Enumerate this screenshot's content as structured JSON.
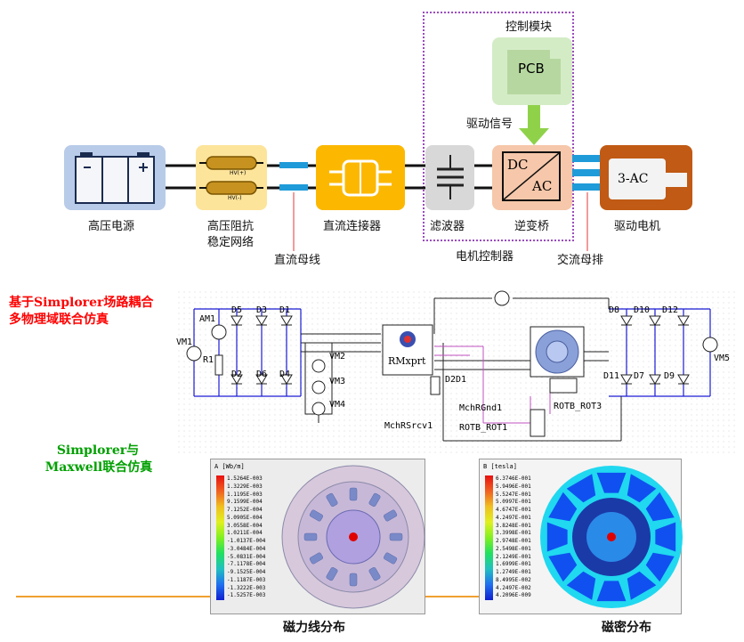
{
  "diagram": {
    "control_module_label": "控制模块",
    "pcb_label": "PCB",
    "drive_signal_label": "驱动信号",
    "dc_label": "DC",
    "ac_label": "AC",
    "motor_block_label": "3-AC",
    "hv_plus": "HV(+)",
    "hv_minus": "HV(-)",
    "nodes": [
      {
        "id": "battery",
        "label": "高压电源"
      },
      {
        "id": "stabilizer",
        "label_line1": "高压阻抗",
        "label_line2": "稳定网络"
      },
      {
        "id": "dc_connector",
        "label": "直流连接器"
      },
      {
        "id": "filter",
        "label": "滤波器"
      },
      {
        "id": "inverter",
        "label": "逆变桥"
      },
      {
        "id": "motor",
        "label": "驱动电机"
      }
    ],
    "dc_bus_label": "直流母线",
    "controller_label": "电机控制器",
    "ac_bus_label": "交流母排"
  },
  "sim": {
    "title_line1": "基于Simplorer场路耦合",
    "title_line2": "多物理域联合仿真",
    "cosim_line1": "Simplorer与",
    "cosim_line2": "Maxwell联合仿真",
    "circuit_labels": {
      "am1": "AM1",
      "vm1": "VM1",
      "r1": "R1",
      "vm2": "VM2",
      "vm3": "VM3",
      "vm4": "VM4",
      "vm5": "VM5",
      "d5": "D5",
      "d3": "D3",
      "d1": "D1",
      "d2": "D2",
      "d6": "D6",
      "d4": "D4",
      "d8": "D8",
      "d10": "D10",
      "d12": "D12",
      "d11": "D11",
      "d7": "D7",
      "d9": "D9",
      "rmxprt": "RMxprt",
      "d2d1": "D2D1",
      "mchrgnd": "MchRGnd1",
      "mchrsrcv": "MchRSrcv1",
      "rotb_rot3": "ROTB_ROT3",
      "rotb_rot1": "ROTB_ROT1"
    },
    "flux_caption": "磁力线分布",
    "density_caption": "磁密分布",
    "flux_legend_title": "A [Wb/m]",
    "density_legend_title": "B [tesla]",
    "flux_legend_values": [
      "1.5264E-003",
      "1.3229E-003",
      "1.1195E-003",
      "9.1599E-004",
      "7.1252E-004",
      "5.0905E-004",
      "3.0558E-004",
      "1.0211E-004",
      "-1.0137E-004",
      "-3.0484E-004",
      "-5.0831E-004",
      "-7.1178E-004",
      "-9.1525E-004",
      "-1.1187E-003",
      "-1.3222E-003",
      "-1.5257E-003"
    ],
    "density_legend_values": [
      "6.3746E-001",
      "5.9496E-001",
      "5.5247E-001",
      "5.0997E-001",
      "4.6747E-001",
      "4.2497E-001",
      "3.8248E-001",
      "3.3998E-001",
      "2.9748E-001",
      "2.5498E-001",
      "2.1249E-001",
      "1.6999E-001",
      "1.2749E-001",
      "8.4995E-002",
      "4.2497E-002",
      "4.2096E-009"
    ]
  },
  "colors": {
    "battery_fill": "#b8cbe8",
    "stabilizer_fill": "#fde49b",
    "connector_fill": "#fcb800",
    "filter_fill": "#d8d8d8",
    "inverter_fill": "#f6c7aa",
    "motor_fill": "#c05a14",
    "pcb_fill": "#d4ecc6",
    "bus_blue": "#1f9bd9",
    "control_border": "#9b4cbf",
    "arrow_green": "#8fd24a",
    "pointer_red": "#e53935",
    "orange_line": "#f0a030"
  }
}
